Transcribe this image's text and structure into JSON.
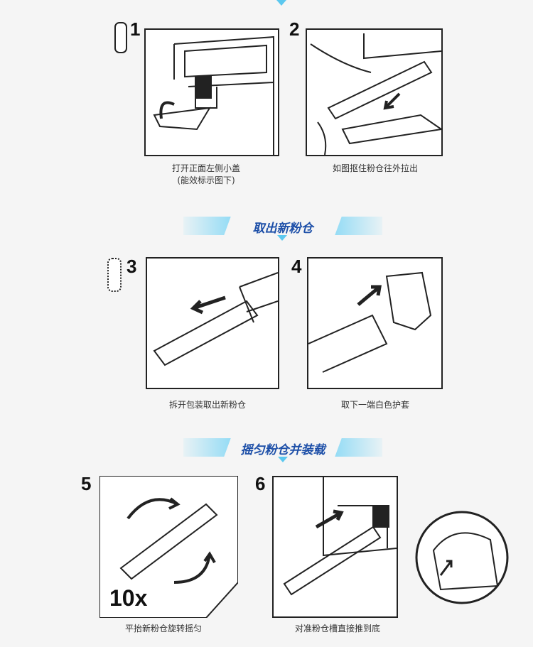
{
  "steps": [
    {
      "number": "1",
      "caption": "打开正面左侧小盖",
      "caption_note": "(能效标示图下)"
    },
    {
      "number": "2",
      "caption": "如图抠住粉仓往外拉出"
    },
    {
      "number": "3",
      "caption": "拆开包装取出新粉仓"
    },
    {
      "number": "4",
      "caption": "取下一端白色护套"
    },
    {
      "number": "5",
      "caption": "平抬新粉仓旋转摇匀",
      "repeat_label": "10x"
    },
    {
      "number": "6",
      "caption": "对准粉仓槽直接推到底"
    }
  ],
  "sections": [
    {
      "title": "取出新粉仓"
    },
    {
      "title": "摇匀粉仓并装载"
    }
  ],
  "colors": {
    "banner": "#7fd6f5",
    "title": "#1d4fa8",
    "background": "#f5f5f5"
  }
}
